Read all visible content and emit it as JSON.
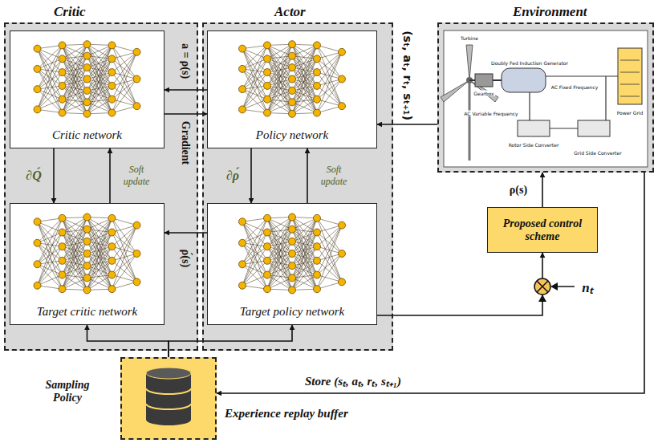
{
  "diagram": {
    "nodes": [
      {
        "text": [
          "Critic"
        ]
      },
      {
        "text": [
          "Critic network"
        ],
        "in": 0
      },
      {
        "text": [
          "Target critic network"
        ],
        "in": 0
      },
      {
        "text": [
          "Actor"
        ]
      },
      {
        "text": [
          "Policy network"
        ],
        "in": 3
      },
      {
        "text": [
          "Target policy network"
        ],
        "in": 3
      },
      {
        "text": [
          "Environment"
        ]
      },
      {
        "text": [
          "Proposed control scheme"
        ]
      },
      {
        "text": [
          "Experience replay buffer"
        ]
      }
    ],
    "edges": [
      {
        "from": 4,
        "to": 1,
        "arrow": "to",
        "label": "a = ρ(s)"
      },
      {
        "from": 1,
        "to": 4,
        "arrow": "to",
        "label": "Gradient"
      },
      {
        "from": 1,
        "to": 2,
        "arrow": "to",
        "label": "∂Q́"
      },
      {
        "from": 2,
        "to": 1,
        "arrow": "to",
        "label": "Soft update"
      },
      {
        "from": 4,
        "to": 5,
        "arrow": "to",
        "label": "∂ρ́"
      },
      {
        "from": 5,
        "to": 4,
        "arrow": "to",
        "label": "Soft update"
      },
      {
        "from": 5,
        "to": 2,
        "arrow": "to",
        "label": "ρ́(s)"
      },
      {
        "from": 6,
        "to": 4,
        "arrow": "to",
        "label": "(sₜ, aₜ, rₜ, sₜ₊₁)"
      },
      {
        "from": 7,
        "to": 6,
        "arrow": "to",
        "label": "ρ(s)"
      },
      {
        "from": 5,
        "to": 7,
        "arrow": "to"
      },
      {
        "from": 6,
        "to": 8,
        "arrow": "to",
        "label": "Store (sₜ, aₜ, rₜ, sₜ₊₁)"
      },
      {
        "from": 8,
        "to": 2,
        "arrow": "to"
      },
      {
        "from": 8,
        "to": 5,
        "arrow": "to"
      }
    ],
    "labels": [
      "nₜ",
      "Sampling Policy",
      "Turbine",
      "Gearbox",
      "Doubly Fed Induction Generator",
      "AC Variable Frequency",
      "Rotor Side Converter",
      "Grid Side Converter",
      "AC Fixed Frequency",
      "Power Grid"
    ]
  }
}
